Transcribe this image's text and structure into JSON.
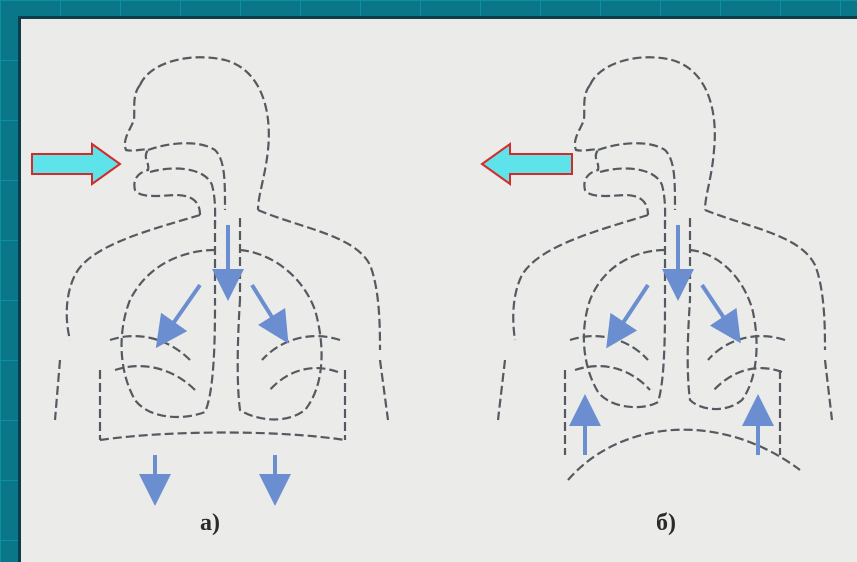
{
  "labels": {
    "inhale": "а)",
    "exhale": "б)"
  },
  "colors": {
    "background": "#0a7788",
    "panel": "#ebebea",
    "outline": "#555a60",
    "internal_arrow": "#6a8ecf",
    "big_arrow_fill": "#5fe3ea",
    "big_arrow_stroke": "#d42a2a"
  },
  "arrows": {
    "inhale_direction": "right",
    "exhale_direction": "left"
  }
}
